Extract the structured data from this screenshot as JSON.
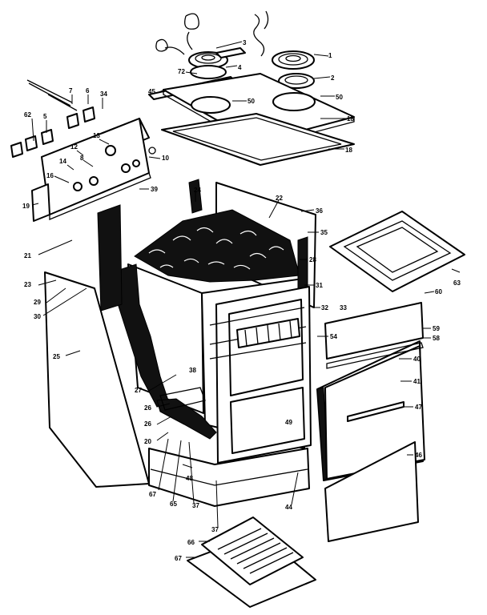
{
  "colors": {
    "ink": "#000000",
    "paper": "#ffffff"
  },
  "labels": {
    "l_1": "1",
    "l_2": "2",
    "l_3": "3",
    "l_4": "4",
    "l_72": "72",
    "l_45": "45",
    "l_50a": "50",
    "l_50b": "50",
    "l_18a": "18",
    "l_18b": "18",
    "l_7": "7",
    "l_6": "6",
    "l_34": "34",
    "l_62": "62",
    "l_5": "5",
    "l_13": "13",
    "l_12": "12",
    "l_14": "14",
    "l_16": "16",
    "l_8": "8",
    "l_10": "10",
    "l_19": "19",
    "l_39": "39",
    "l_24": "24",
    "l_22": "22",
    "l_36": "36",
    "l_35": "35",
    "l_28": "28",
    "l_31": "31",
    "l_32": "32",
    "l_33": "33",
    "l_54": "54",
    "l_21": "21",
    "l_23": "23",
    "l_29": "29",
    "l_30": "30",
    "l_25": "25",
    "l_27": "27",
    "l_26a": "26",
    "l_26b": "26",
    "l_20": "20",
    "l_49": "49",
    "l_38": "38",
    "l_63": "63",
    "l_60": "60",
    "l_59": "59",
    "l_58": "58",
    "l_40": "40",
    "l_41": "41",
    "l_47": "47",
    "l_46": "46",
    "l_67": "67",
    "l_65": "65",
    "l_37": "37",
    "l_44": "44",
    "l_48": "48",
    "l_66": "66"
  }
}
